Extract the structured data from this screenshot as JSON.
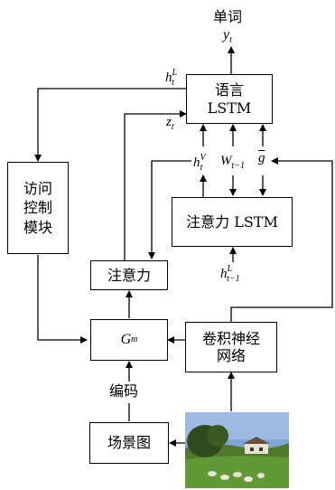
{
  "output": {
    "word_label": "单词",
    "y_symbol": "y",
    "y_sub": "t"
  },
  "boxes": {
    "language_lstm": {
      "line1": "语言",
      "line2": "LSTM"
    },
    "attention_lstm": "注意力 LSTM",
    "access_control": {
      "line1": "访问",
      "line2": "控制",
      "line3": "模块"
    },
    "attention": "注意力",
    "gm": {
      "symbol": "G",
      "sub": "m"
    },
    "cnn": {
      "line1": "卷积神经",
      "line2": "网络"
    },
    "scene_graph": "场景图"
  },
  "symbols": {
    "h_t_L": {
      "base": "h",
      "sub": "t",
      "sup": "L"
    },
    "z_t": {
      "base": "z",
      "sub": "t"
    },
    "h_t_V": {
      "base": "h",
      "sub": "t",
      "sup": "V"
    },
    "W_t_minus_1": {
      "base": "W",
      "sub": "t−1"
    },
    "g_bar": "g",
    "h_t1_L": {
      "base": "h",
      "sub": "t−1",
      "sup": "L"
    }
  },
  "encode_label": "编码"
}
